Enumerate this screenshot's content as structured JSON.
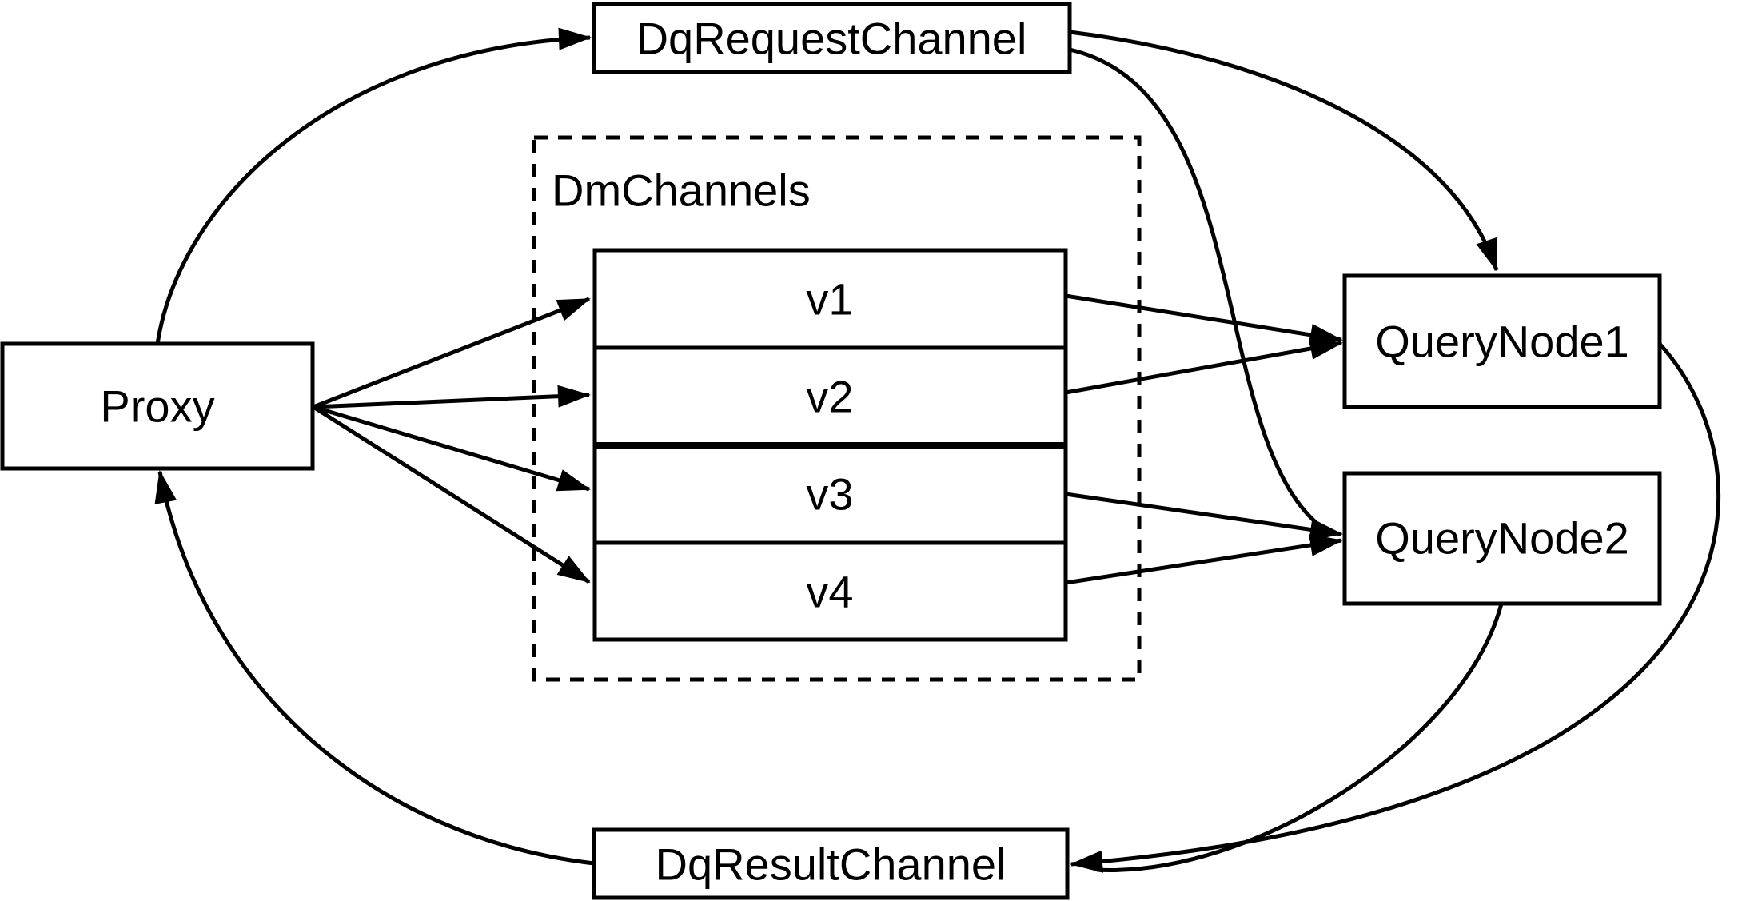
{
  "diagram": {
    "nodes": {
      "proxy": {
        "label": "Proxy"
      },
      "dq_request_channel": {
        "label": "DqRequestChannel"
      },
      "dm_channels": {
        "label": "DmChannels"
      },
      "channels": [
        {
          "label": "v1"
        },
        {
          "label": "v2"
        },
        {
          "label": "v3"
        },
        {
          "label": "v4"
        }
      ],
      "query_node_1": {
        "label": "QueryNode1"
      },
      "query_node_2": {
        "label": "QueryNode2"
      },
      "dq_result_channel": {
        "label": "DqResultChannel"
      }
    },
    "edges": [
      {
        "from": "Proxy",
        "to": "DqRequestChannel"
      },
      {
        "from": "DqRequestChannel",
        "to": "QueryNode1"
      },
      {
        "from": "DqRequestChannel",
        "to": "QueryNode2"
      },
      {
        "from": "Proxy",
        "to": "v1"
      },
      {
        "from": "Proxy",
        "to": "v2"
      },
      {
        "from": "Proxy",
        "to": "v3"
      },
      {
        "from": "Proxy",
        "to": "v4"
      },
      {
        "from": "v1",
        "to": "QueryNode1"
      },
      {
        "from": "v2",
        "to": "QueryNode1"
      },
      {
        "from": "v3",
        "to": "QueryNode2"
      },
      {
        "from": "v4",
        "to": "QueryNode2"
      },
      {
        "from": "QueryNode1",
        "to": "DqResultChannel"
      },
      {
        "from": "QueryNode2",
        "to": "DqResultChannel"
      },
      {
        "from": "DqResultChannel",
        "to": "Proxy"
      }
    ],
    "colors": {
      "line": "#000000",
      "background": "#ffffff",
      "node_fill": "#ffffff"
    }
  }
}
